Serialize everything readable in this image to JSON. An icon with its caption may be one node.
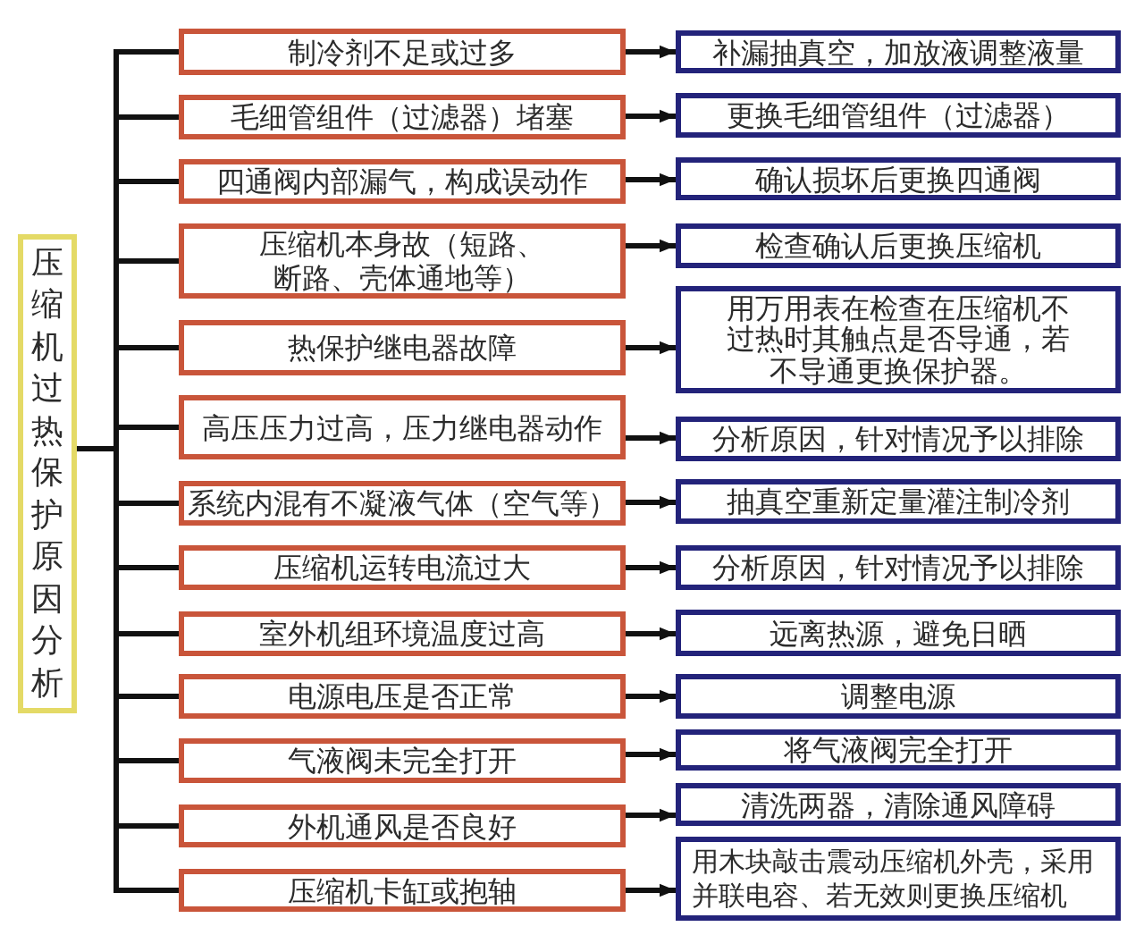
{
  "diagram": {
    "nodes": [
      {
        "text": [
          "压缩机过热保护原因分析"
        ]
      },
      {
        "text": [
          "制冷剂不足或过多"
        ]
      },
      {
        "text": [
          "补漏抽真空，加放液调整液量"
        ]
      },
      {
        "text": [
          "毛细管组件（过滤器）堵塞"
        ]
      },
      {
        "text": [
          "更换毛细管组件（过滤器）"
        ]
      },
      {
        "text": [
          "四通阀内部漏气，构成误动作"
        ]
      },
      {
        "text": [
          "确认损坏后更换四通阀"
        ]
      },
      {
        "text": [
          "压缩机本身故（短路、断路、壳体通地等）"
        ]
      },
      {
        "text": [
          "检查确认后更换压缩机"
        ]
      },
      {
        "text": [
          "热保护继电器故障"
        ]
      },
      {
        "text": [
          "用万用表在检查在压缩机不过热时其触点是否导通，若不导通更换保护器。"
        ]
      },
      {
        "text": [
          "高压压力过高，压力继电器动作"
        ]
      },
      {
        "text": [
          "分析原因，针对情况予以排除"
        ]
      },
      {
        "text": [
          "系统内混有不凝液气体（空气等）"
        ]
      },
      {
        "text": [
          "抽真空重新定量灌注制冷剂"
        ]
      },
      {
        "text": [
          "压缩机运转电流过大"
        ]
      },
      {
        "text": [
          "分析原因，针对情况予以排除"
        ]
      },
      {
        "text": [
          "室外机组环境温度过高"
        ]
      },
      {
        "text": [
          "远离热源，避免日晒"
        ]
      },
      {
        "text": [
          "电源电压是否正常"
        ]
      },
      {
        "text": [
          "调整电源"
        ]
      },
      {
        "text": [
          "气液阀未完全打开"
        ]
      },
      {
        "text": [
          "将气液阀完全打开"
        ]
      },
      {
        "text": [
          "外机通风是否良好"
        ]
      },
      {
        "text": [
          "清洗两器，清除通风障碍"
        ]
      },
      {
        "text": [
          "压缩机卡缸或抱轴"
        ]
      },
      {
        "text": [
          "用木块敲击震动压缩机外壳，采用并联电容、若无效则更换压缩机"
        ]
      }
    ],
    "edges": [
      {
        "from": 0,
        "to": 1,
        "arrow": "none"
      },
      {
        "from": 0,
        "to": 3,
        "arrow": "none"
      },
      {
        "from": 0,
        "to": 5,
        "arrow": "none"
      },
      {
        "from": 0,
        "to": 7,
        "arrow": "none"
      },
      {
        "from": 0,
        "to": 9,
        "arrow": "none"
      },
      {
        "from": 0,
        "to": 11,
        "arrow": "none"
      },
      {
        "from": 0,
        "to": 13,
        "arrow": "none"
      },
      {
        "from": 0,
        "to": 15,
        "arrow": "none"
      },
      {
        "from": 0,
        "to": 17,
        "arrow": "none"
      },
      {
        "from": 0,
        "to": 19,
        "arrow": "none"
      },
      {
        "from": 0,
        "to": 21,
        "arrow": "none"
      },
      {
        "from": 0,
        "to": 23,
        "arrow": "none"
      },
      {
        "from": 0,
        "to": 25,
        "arrow": "none"
      },
      {
        "from": 1,
        "to": 2,
        "arrow": "to"
      },
      {
        "from": 3,
        "to": 4,
        "arrow": "to"
      },
      {
        "from": 5,
        "to": 6,
        "arrow": "to"
      },
      {
        "from": 7,
        "to": 8,
        "arrow": "to"
      },
      {
        "from": 9,
        "to": 10,
        "arrow": "to"
      },
      {
        "from": 11,
        "to": 12,
        "arrow": "to"
      },
      {
        "from": 13,
        "to": 14,
        "arrow": "to"
      },
      {
        "from": 15,
        "to": 16,
        "arrow": "to"
      },
      {
        "from": 17,
        "to": 18,
        "arrow": "to"
      },
      {
        "from": 19,
        "to": 20,
        "arrow": "to"
      },
      {
        "from": 21,
        "to": 22,
        "arrow": "to"
      },
      {
        "from": 23,
        "to": 24,
        "arrow": "to"
      },
      {
        "from": 25,
        "to": 26,
        "arrow": "to"
      }
    ]
  }
}
